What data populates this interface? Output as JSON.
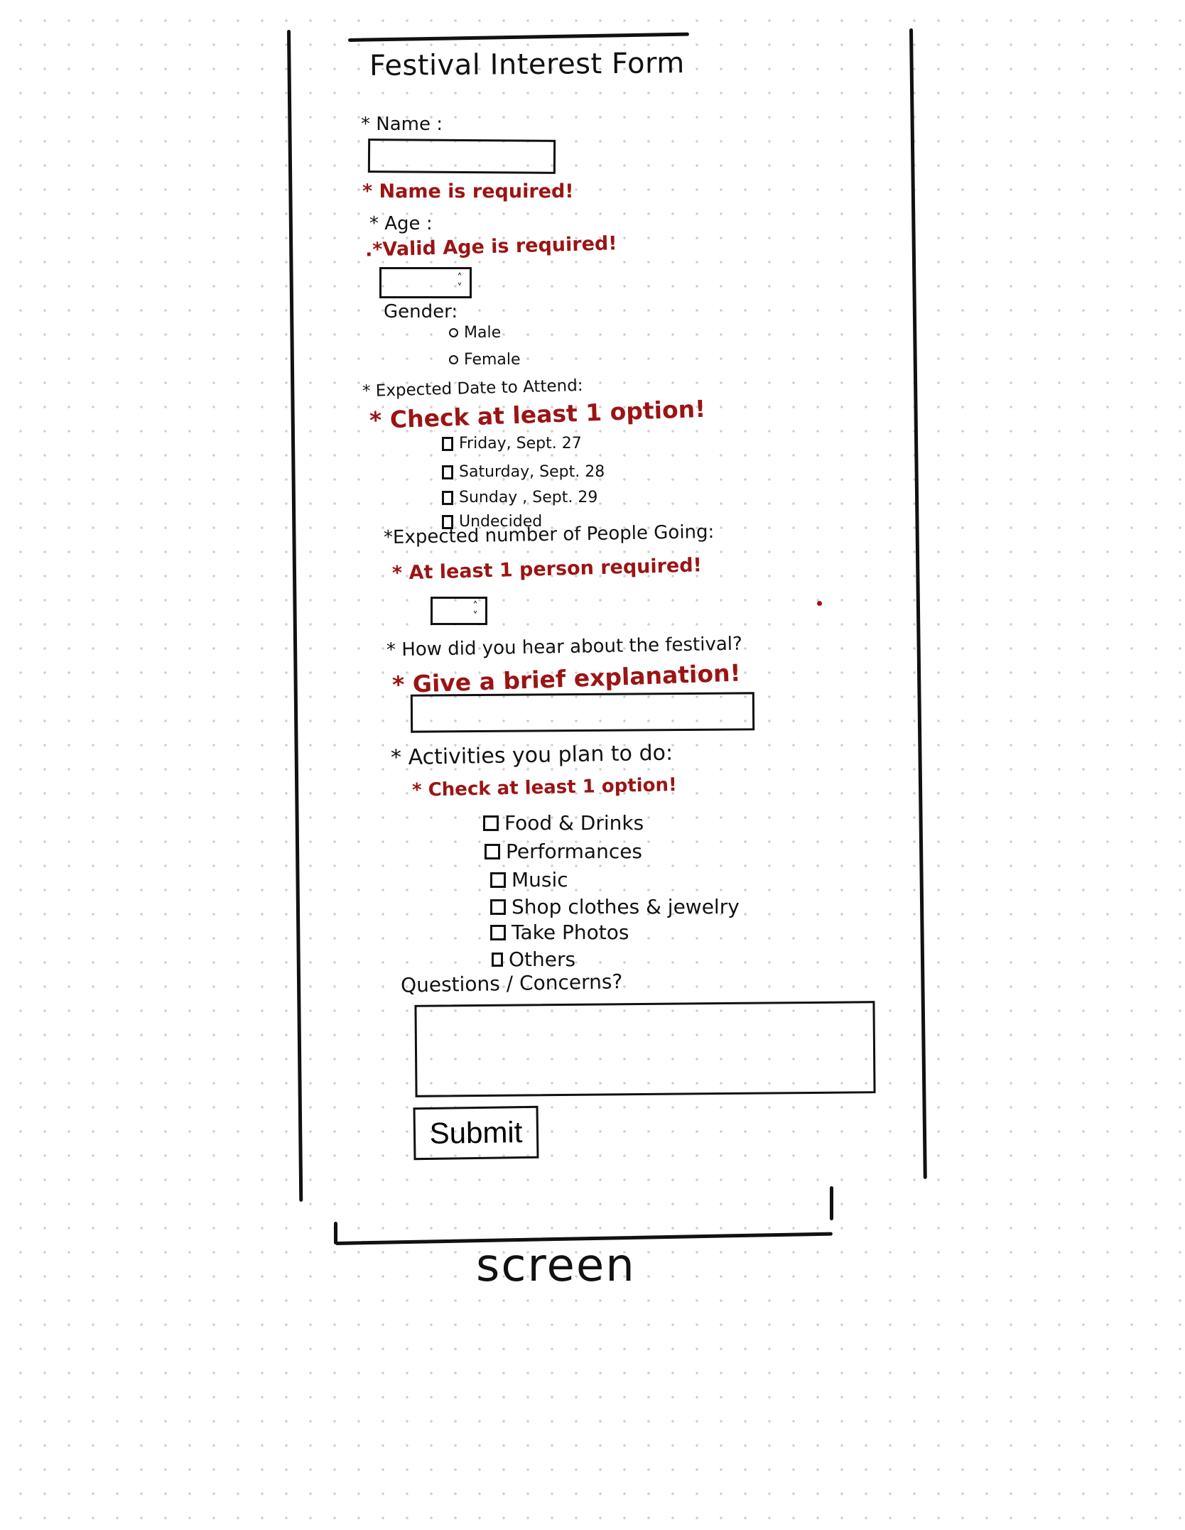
{
  "form": {
    "title": "Festival Interest Form",
    "name": {
      "label": "* Name :",
      "error": "* Name is required!"
    },
    "age": {
      "label": "* Age :",
      "error": ".*Valid Age is required!"
    },
    "gender": {
      "label": "Gender:",
      "options": [
        "Male",
        "Female"
      ]
    },
    "attend_date": {
      "label": "* Expected Date to Attend:",
      "error": "* Check at least 1 option!",
      "options": [
        "Friday, Sept. 27",
        "Saturday, Sept. 28",
        "Sunday , Sept. 29",
        "Undecided"
      ]
    },
    "people": {
      "label": "*Expected number of People Going:",
      "error": "* At least 1 person required!"
    },
    "heard_about": {
      "label": "* How did you hear about the festival?",
      "error": "* Give a brief explanation!"
    },
    "activities": {
      "label": "* Activities you plan to do:",
      "error": "* Check at least 1 option!",
      "options": [
        "Food & Drinks",
        "Performances",
        "Music",
        "Shop clothes & jewelry",
        "Take Photos",
        "Others"
      ]
    },
    "questions": {
      "label": "Questions / Concerns?"
    },
    "submit_label": "Submit"
  },
  "annotation": {
    "screen_label": "screen"
  },
  "colors": {
    "ink": "#111111",
    "error": "#9b1414",
    "grid_dot": "#cfcfcf"
  }
}
